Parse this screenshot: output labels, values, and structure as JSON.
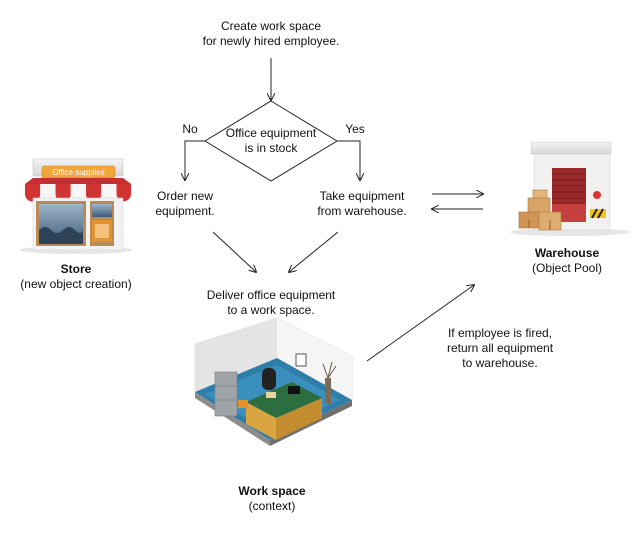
{
  "flow": {
    "start": [
      "Create work space",
      "for newly hired employee."
    ],
    "decision": [
      "Office equipment",
      "is in stock"
    ],
    "no_label": "No",
    "yes_label": "Yes",
    "order": [
      "Order new",
      "equipment."
    ],
    "take": [
      "Take equipment",
      "from warehouse."
    ],
    "deliver": [
      "Deliver office equipment",
      "to a work space."
    ],
    "fired": [
      "If employee is fired,",
      "return all equipment",
      "to warehouse."
    ]
  },
  "store": {
    "sign": "Office supplies",
    "title": "Store",
    "subtitle": "(new object creation)"
  },
  "warehouse": {
    "title": "Warehouse",
    "subtitle": "(Object Pool)"
  },
  "workspace": {
    "title": "Work space",
    "subtitle": "(context)"
  }
}
